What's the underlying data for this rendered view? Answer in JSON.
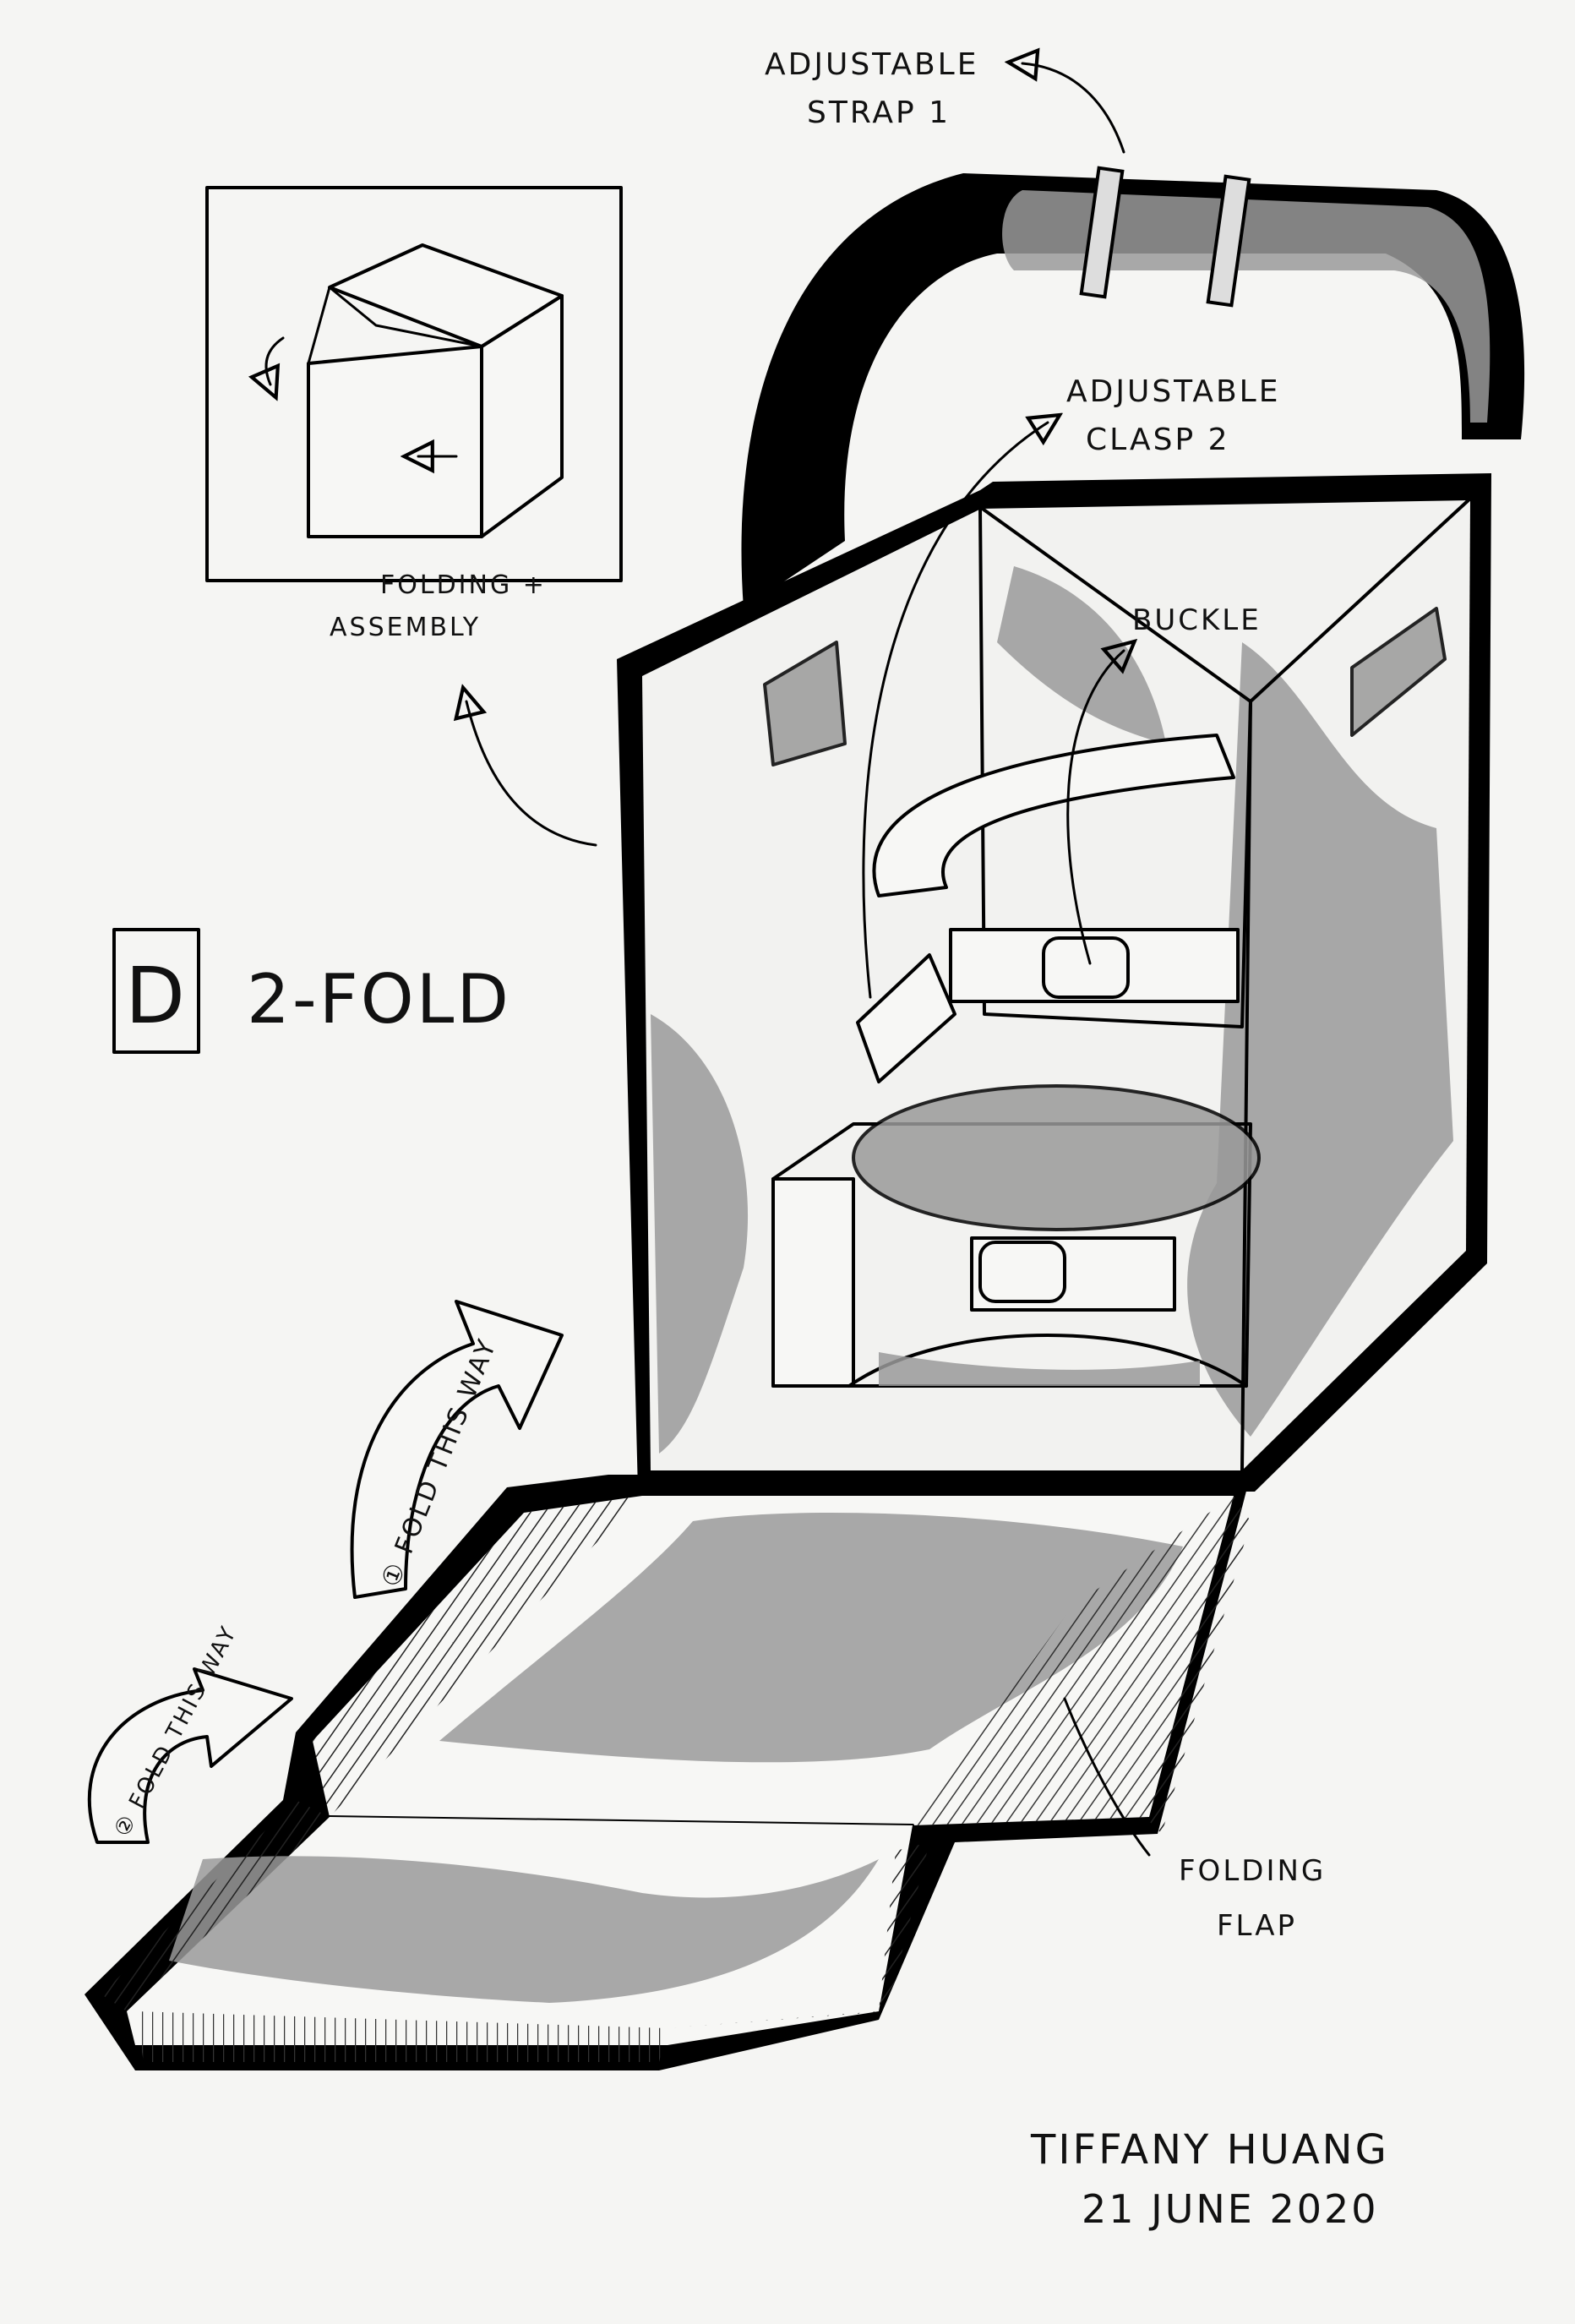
{
  "title": {
    "box_letter": "D",
    "text": "2-FOLD"
  },
  "labels": {
    "strap": [
      "ADJUSTABLE",
      "STRAP 1"
    ],
    "clasp": [
      "ADJUSTABLE",
      "CLASP 2"
    ],
    "buckle": "BUCKLE",
    "assembly": [
      "FOLDING +",
      "ASSEMBLY"
    ],
    "flap": [
      "FOLDING",
      "FLAP"
    ],
    "fold_arrow_1": "① FOLD THIS WAY",
    "fold_arrow_2": "② FOLD THIS WAY"
  },
  "signature": {
    "name": "TIFFANY HUANG",
    "date": "21 JUNE 2020"
  }
}
